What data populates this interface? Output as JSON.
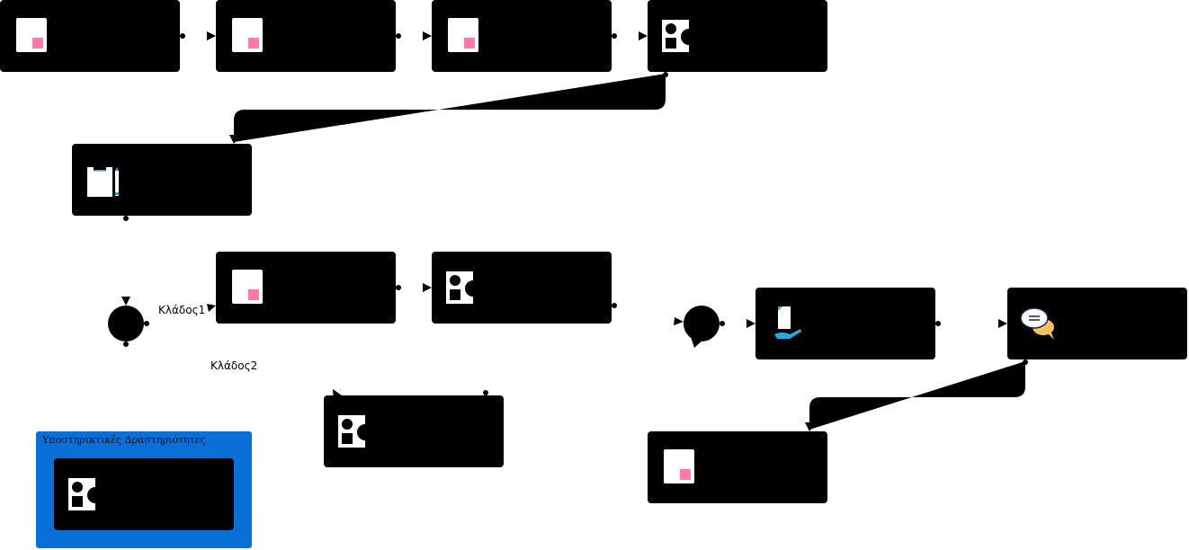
{
  "group": {
    "label": "Υποστηρικτικές Δραστηριότητες"
  },
  "branches": {
    "branch1": "Κλάδος1",
    "branch2": "Κλάδος2"
  },
  "colors": {
    "task": "#000000",
    "group": "#0a6fd6",
    "doc_accent": "#ff7aa8"
  }
}
